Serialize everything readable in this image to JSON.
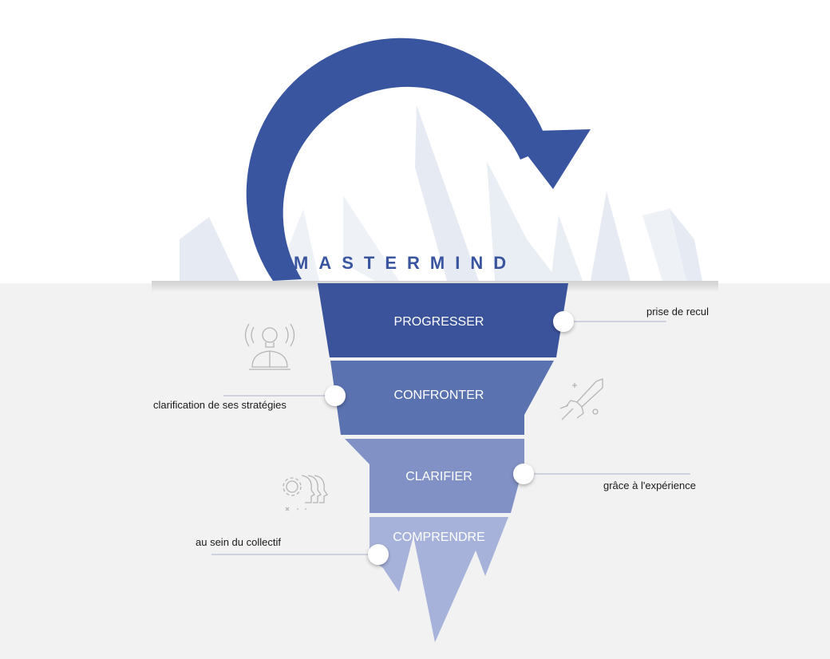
{
  "title": "MASTERMIND",
  "colors": {
    "arrow": "#3a55a0",
    "band1": "#3a539b",
    "band2": "#5b72b0",
    "band3": "#8191c6",
    "band4": "#a7b2db",
    "water": "#f2f2f2",
    "mountain": "#e6eaf2"
  },
  "levels": [
    {
      "label": "PROGRESSER",
      "note": "prise de recul"
    },
    {
      "label": "CONFRONTER",
      "note": "clarification de ses stratégies"
    },
    {
      "label": "CLARIFIER",
      "note": "grâce à l'expérience"
    },
    {
      "label": "COMPRENDRE",
      "note": "au sein du collectif"
    }
  ],
  "icons": [
    "lightbulb-person-icon",
    "rocket-icon",
    "gear-heads-icon"
  ]
}
